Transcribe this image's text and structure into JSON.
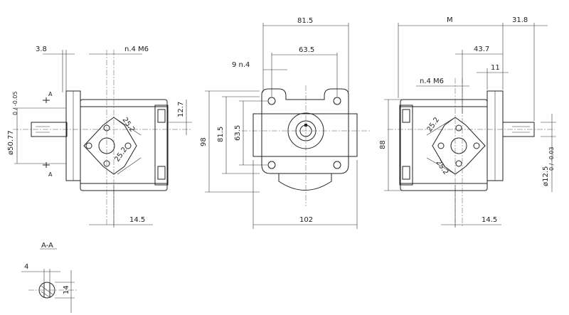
{
  "section_title": "A-A",
  "section_arrow_label": "A",
  "left_view": {
    "dim_top_small": "3.8",
    "dim_bolt": "n.4  M6",
    "dim_diag_upper": "25.2",
    "dim_diag_lower": "25.2",
    "dim_right": "12.7",
    "dim_bottom": "14.5",
    "dim_shaft_dia": "ø50.77",
    "dim_shaft_tol": "0 / -0.05"
  },
  "front_view": {
    "dim_width_top": "81.5",
    "dim_width_mid": "63.5",
    "dim_hole": "9  n.4",
    "dim_height_outer": "98",
    "dim_height_mid": "81.5",
    "dim_height_inner": "63.5",
    "dim_width_bottom": "102"
  },
  "right_view": {
    "dim_length": "M",
    "dim_shaft_len": "31.8",
    "dim_mid": "43.7",
    "dim_small": "11",
    "dim_bolt": "n.4  M6",
    "dim_diag_upper": "25.2",
    "dim_diag_lower": "25.2",
    "dim_height": "88",
    "dim_bottom": "14.5",
    "dim_shaft_dia": "ø12.5",
    "dim_shaft_tol": "0 / -0.03"
  },
  "section_view": {
    "dim_key_width": "4",
    "dim_key_height": "14"
  }
}
